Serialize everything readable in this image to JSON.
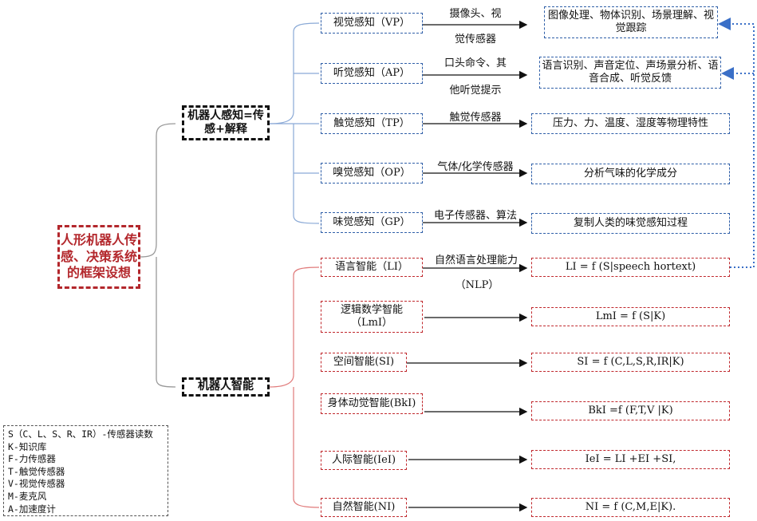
{
  "root": "人形机器人传感、决策系统的框架设想",
  "branches": {
    "perception": "机器人感知=传感+解释",
    "intelligence": "机器人智能"
  },
  "perception_items": [
    {
      "name": "视觉感知（VP）",
      "edge": [
        "摄像头、视",
        "觉传感器"
      ],
      "result": "图像处理、物体识别、场景理解、视觉跟踪"
    },
    {
      "name": "听觉感知（AP）",
      "edge": [
        "口头命令、其",
        "他听觉提示"
      ],
      "result": "语言识别、声音定位、声场景分析、语音合成、听觉反馈"
    },
    {
      "name": "触觉感知（TP）",
      "edge": [
        "触觉传感器"
      ],
      "result": "压力、力、温度、湿度等物理特性"
    },
    {
      "name": "嗅觉感知（OP）",
      "edge": [
        "气体/化学传感器"
      ],
      "result": "分析气味的化学成分"
    },
    {
      "name": "味觉感知（GP）",
      "edge": [
        "电子传感器、算法"
      ],
      "result": "复制人类的味觉感知过程"
    }
  ],
  "intelligence_items": [
    {
      "name": "语言智能（LI）",
      "edge": [
        "自然语言处理能力",
        "（NLP）"
      ],
      "formula": "LI = f (S|speech hortext)"
    },
    {
      "name": "逻辑数学智能（LmI）",
      "edge": [],
      "formula": "LmI = f (S|K)"
    },
    {
      "name": "空间智能(SI)",
      "edge": [],
      "formula": "SI = f (C,L,S,R,IR|K)"
    },
    {
      "name": "身体动觉智能(BkI)",
      "edge": [],
      "formula": "BkI =f (F,T,V |K)"
    },
    {
      "name": "人际智能(IeI)",
      "edge": [],
      "formula": "IeI = LI +EI +SI,"
    },
    {
      "name": "自然智能(NI)",
      "edge": [],
      "formula": "NI = f (C,M,E|K)."
    }
  ],
  "legend": [
    "S（C、L、S、R、IR）-传感器读数",
    "K-知识库",
    "F-力传感器",
    "T-触觉传感器",
    "V-视觉传感器",
    "M-麦克风",
    "A-加速度计"
  ],
  "colors": {
    "blue": "#2f5fa8",
    "red": "#c0282d",
    "root_red": "#b3272c",
    "black": "#111111",
    "link_blue": "#3a6fc7"
  }
}
